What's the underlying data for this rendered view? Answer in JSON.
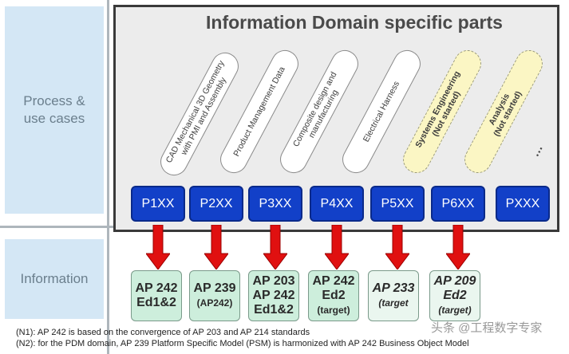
{
  "left_labels": {
    "process": "Process &\nuse cases",
    "information": "Information"
  },
  "title": "Information Domain specific parts",
  "domains": [
    {
      "label": "CAD Mechanical 3D Geometry\nwith PMI and Assembly",
      "style": "white"
    },
    {
      "label": "Product Management Data",
      "style": "white"
    },
    {
      "label": "Composite design and\nmanufacturing",
      "style": "white"
    },
    {
      "label": "Electrical Harness",
      "style": "white"
    },
    {
      "label": "Systems Engineering\n(Not started)",
      "style": "yellow"
    },
    {
      "label": "Analysis\n(Not started)",
      "style": "yellow"
    }
  ],
  "more_dots": "…",
  "parts": [
    "P1XX",
    "P2XX",
    "P3XX",
    "P4XX",
    "P5XX",
    "P6XX",
    "PXXX"
  ],
  "ap_boxes": [
    {
      "main": "AP 242",
      "sub": "Ed1&2",
      "sub_small": false,
      "style": "green",
      "italic": false
    },
    {
      "main": "AP 239",
      "sub": "(AP242)",
      "sub_small": true,
      "style": "green",
      "italic": false
    },
    {
      "main": "AP 203\nAP 242",
      "sub": "Ed1&2",
      "sub_small": false,
      "style": "green",
      "italic": false
    },
    {
      "main": "AP 242\nEd2",
      "sub": "(target)",
      "sub_small": true,
      "style": "green",
      "italic": false
    },
    {
      "main": "AP 233",
      "sub": "(target",
      "sub_small": true,
      "style": "light",
      "italic": true
    },
    {
      "main": "AP 209\nEd2",
      "sub": "(target)",
      "sub_small": true,
      "style": "light",
      "italic": true
    }
  ],
  "notes": [
    "(N1): AP 242 is based on the convergence of AP 203 and AP 214 standards",
    "(N2): for the PDM domain, AP 239 Platform Specific Model (PSM)  is harmonized with AP 242 Business Object Model"
  ],
  "watermark": "头条 @工程数字专家",
  "colors": {
    "part_button": "#1240c8",
    "arrow": "#e01010",
    "ap_green": "#cdeedc",
    "pill_yellow": "#fbf6c4",
    "left_box": "#d4e7f5"
  }
}
